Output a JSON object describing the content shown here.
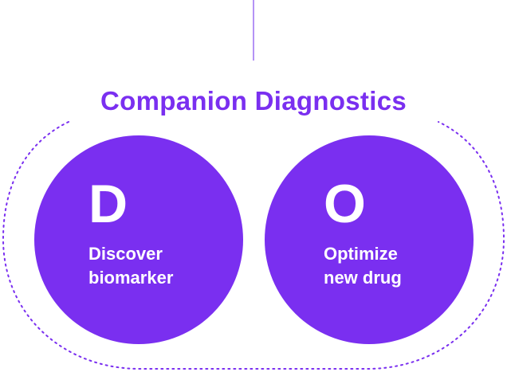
{
  "title": "Companion Diagnostics",
  "colors": {
    "accent": "#7a2ff0",
    "text_on_accent": "#ffffff"
  },
  "items": [
    {
      "letter": "D",
      "lines": [
        "Discover",
        "biomarker"
      ]
    },
    {
      "letter": "O",
      "lines": [
        "Optimize",
        "new drug"
      ]
    }
  ]
}
